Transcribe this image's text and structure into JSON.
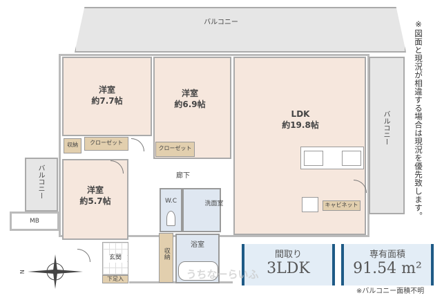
{
  "balcony_top": "バルコニー",
  "balcony_right": "バルコニー",
  "balcony_left": "バルコニー",
  "rooms": {
    "western1": {
      "name": "洋室",
      "size": "約7.7帖"
    },
    "western2": {
      "name": "洋室",
      "size": "約6.9帖"
    },
    "western3": {
      "name": "洋室",
      "size": "約5.7帖"
    },
    "ldk": {
      "name": "LDK",
      "size": "約19.8帖"
    }
  },
  "storage": "収納",
  "closet1": "クローゼット",
  "closet2": "クローゼット",
  "hallway": "廊下",
  "wc": "W.C",
  "washroom": "洗面室",
  "bathroom": "浴室",
  "storage2": "収納",
  "entrance": "玄関",
  "shoe_cabinet": "下足入",
  "mb": "MB",
  "cabinet": "キャビネット",
  "compass_label": "N",
  "notice": "※図面と現況が相違する場合は現況を優先致します。",
  "layout_box": {
    "label": "間取り",
    "value": "3LDK"
  },
  "area_box": {
    "label": "専有面積",
    "value": "91.54 m²"
  },
  "area_note": "※バルコニー面積不明",
  "watermark": "うちなーらいふ",
  "colors": {
    "room": "#f6e7dd",
    "wet": "#dfe7f1",
    "balcony": "#e6e6e6",
    "accent": "#1e5a86"
  }
}
